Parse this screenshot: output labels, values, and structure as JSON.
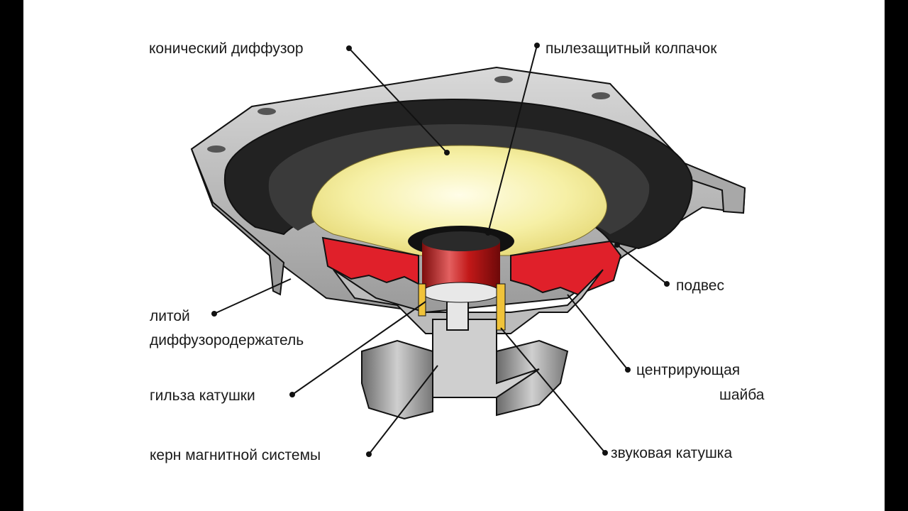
{
  "labels": {
    "cone": "конический диффузор",
    "dust_cap": "пылезащитный колпачок",
    "surround": "подвес",
    "basket_1": "литой",
    "basket_2": "диффузородержатель",
    "spider_1": "центрирующая",
    "spider_2": "шайба",
    "former": "гильза катушки",
    "voice_coil": "звуковая катушка",
    "pole_piece": "керн магнитной системы"
  },
  "colors": {
    "cone": "#f6f0a6",
    "coil": "#d21d1d",
    "spider": "#e0202a",
    "frame": "#bdbdbd",
    "frame_dark": "#6d6d6d",
    "surround": "#222222",
    "outline": "#111111"
  }
}
